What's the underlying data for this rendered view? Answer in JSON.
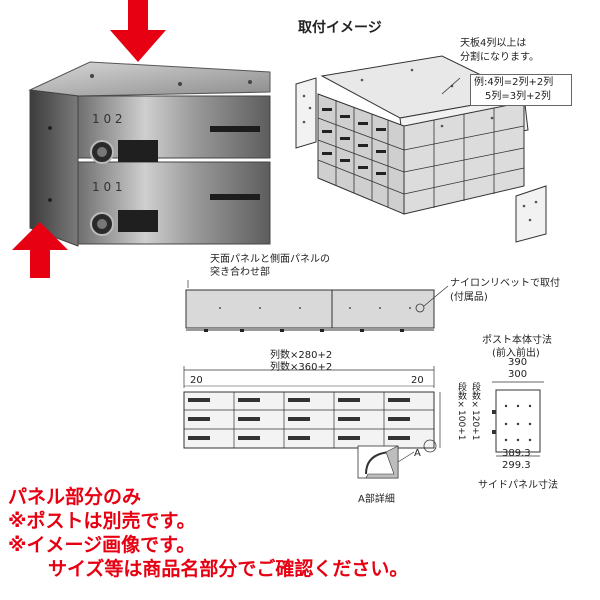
{
  "colors": {
    "accent_red": "#e60012",
    "panel_gray": "#d9d9d9",
    "steel": "#9a9a9a"
  },
  "product": {
    "unit_top_number": "1 0 2",
    "unit_bottom_number": "1 0 1"
  },
  "mounting": {
    "title": "取付イメージ",
    "callout_line1": "天板4列以上は",
    "callout_line2": "分割になります。",
    "example_line1": "例:4列=2列+2列",
    "example_line2": "5列=3列+2列"
  },
  "front_panel": {
    "joint_line1": "天面パネルと側面パネルの",
    "joint_line2": "突き合わせ部",
    "rivet_line1": "ナイロンリベットで取付",
    "rivet_line2": "(付属品)"
  },
  "dimensions": {
    "width_formula_1": "列数×280+2",
    "width_formula_2": "列数×360+2",
    "left_margin": "20",
    "right_margin": "20",
    "height_formula_1": "段数×100+1",
    "height_formula_2": "段数×120+1",
    "detail_marker": "A",
    "detail_label": "A部詳細"
  },
  "side_panel": {
    "heading_line1": "ポスト本体寸法",
    "heading_line2": "(前入前出)",
    "depth_1": "390",
    "depth_2": "300",
    "panel_depth_1": "389.3",
    "panel_depth_2": "299.3",
    "caption": "サイドパネル寸法"
  },
  "notes": [
    "パネル部分のみ",
    "※ポストは別売です。",
    "※イメージ画像です。",
    "サイズ等は商品名部分でご確認ください。"
  ]
}
